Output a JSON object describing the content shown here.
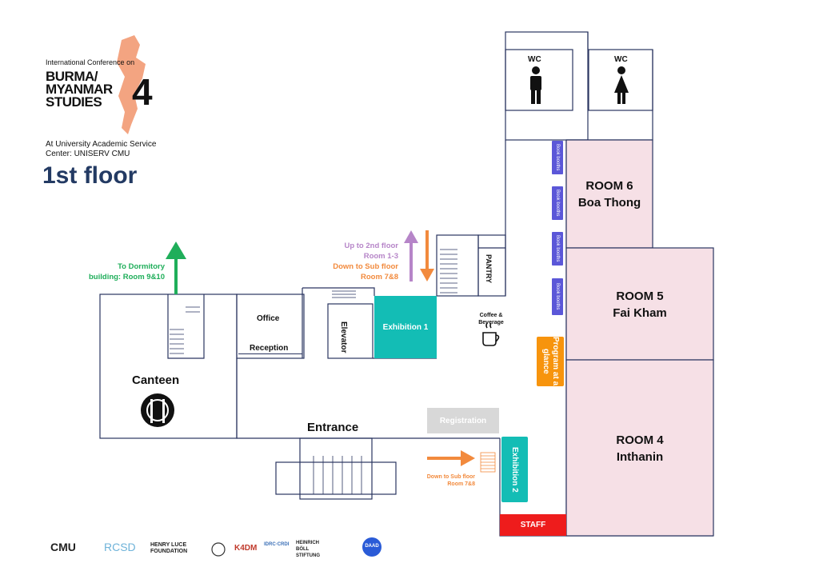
{
  "header": {
    "conference_line": "International Conference on",
    "title_lines": [
      "BURMA/",
      "MYANMAR",
      "STUDIES"
    ],
    "number": "4",
    "venue_line1": "At University Academic Service",
    "venue_line2": "Center: UNISERV CMU",
    "floor_title": "1st floor"
  },
  "rooms": {
    "room6_name": "ROOM 6",
    "room6_sub": "Boa Thong",
    "room5_name": "ROOM 5",
    "room5_sub": "Fai Kham",
    "room4_name": "ROOM 4",
    "room4_sub": "Inthanin",
    "wc_men": "WC",
    "wc_women": "WC",
    "pantry": "PANTRY",
    "office": "Office",
    "reception": "Reception",
    "elevator": "Elevator",
    "canteen": "Canteen",
    "entrance": "Entrance",
    "coffee": "Coffee &",
    "beverage": "Beverage"
  },
  "booths": [
    "Book booths",
    "Book booths",
    "Book booths",
    "Book booths"
  ],
  "tags": {
    "exhibition1": "Exhibition 1",
    "exhibition2": "Exhibition 2",
    "program": "Program at a glance",
    "registration": "Registration",
    "staff": "STAFF"
  },
  "directions": {
    "dormitory1": "To Dormitory",
    "dormitory2": "building: Room 9&10",
    "up1": "Up to 2nd floor",
    "up2": "Room 1-3",
    "down1": "Down to Sub floor",
    "down2": "Room 7&8",
    "down_small1": "Down to Sub floor",
    "down_small2": "Room 7&8"
  },
  "sponsors": [
    "CMU",
    "RCSD",
    "HENRY LUCE FOUNDATION",
    "K4DM",
    "IDRC·CRDI",
    "HEINRICH BÖLL STIFTUNG",
    "DAAD"
  ],
  "colors": {
    "room_fill": "#f6e0e6",
    "wall": "#2a3560",
    "teal": "#13bdb5",
    "orange": "#f28a3d",
    "purple": "#b685c8",
    "green": "#1fae5a",
    "booth": "#5b57d8",
    "staff": "#ee1c1c",
    "registration": "#d8d8d8",
    "program": "#f7940d",
    "floor_title": "#233a63",
    "logo_blob": "#f29a73"
  }
}
